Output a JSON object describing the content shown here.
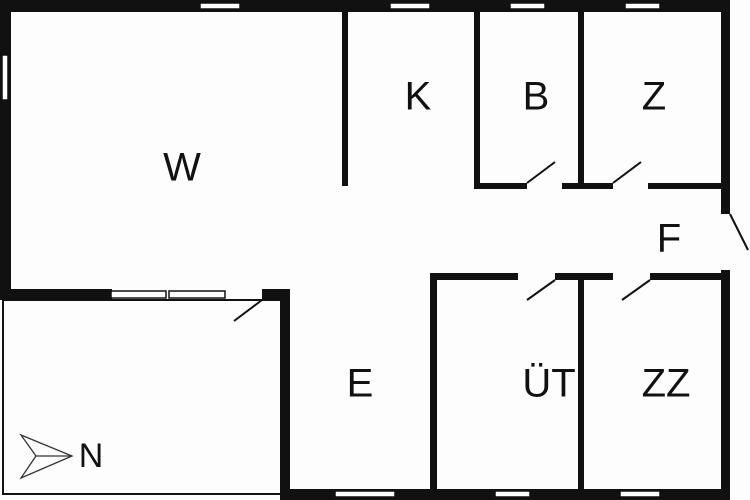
{
  "rooms": {
    "w": "W",
    "k": "K",
    "b": "B",
    "z": "Z",
    "f": "F",
    "e": "E",
    "ut": "ÜT",
    "zz": "ZZ"
  },
  "compass": {
    "label": "N"
  }
}
